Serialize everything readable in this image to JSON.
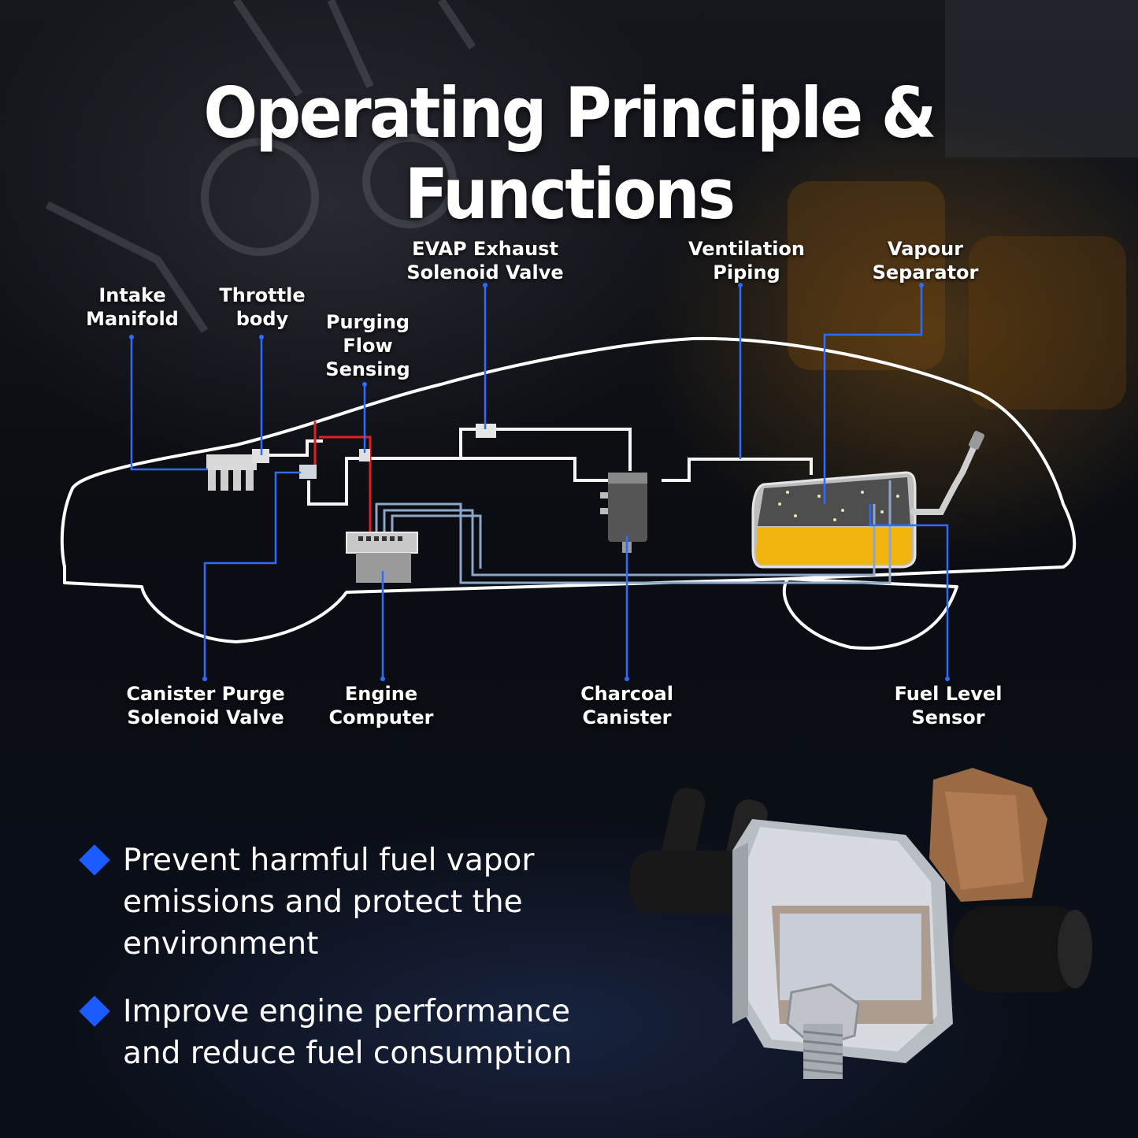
{
  "title": "Operating Principle & Functions",
  "labels": {
    "intake_manifold": "Intake\nManifold",
    "throttle_body": "Throttle\nbody",
    "purging_flow_sensing": "Purging\nFlow\nSensing",
    "evap_exhaust_solenoid_valve": "EVAP Exhaust\nSolenoid Valve",
    "ventilation_piping": "Ventilation\nPiping",
    "vapour_separator": "Vapour\nSeparator",
    "canister_purge_solenoid_valve": "Canister Purge\nSolenoid Valve",
    "engine_computer": "Engine\nComputer",
    "charcoal_canister": "Charcoal\nCanister",
    "fuel_level_sensor": "Fuel Level\nSensor"
  },
  "bullets": [
    "Prevent harmful fuel vapor emissions and protect the environment",
    "Improve engine performance and reduce fuel consumption"
  ],
  "colors": {
    "accent": "#1a5cff",
    "leader_line": "#2f6bff",
    "fuel": "#f2b40f",
    "car_outline": "#ffffff",
    "signal_wire": "#e02020"
  }
}
